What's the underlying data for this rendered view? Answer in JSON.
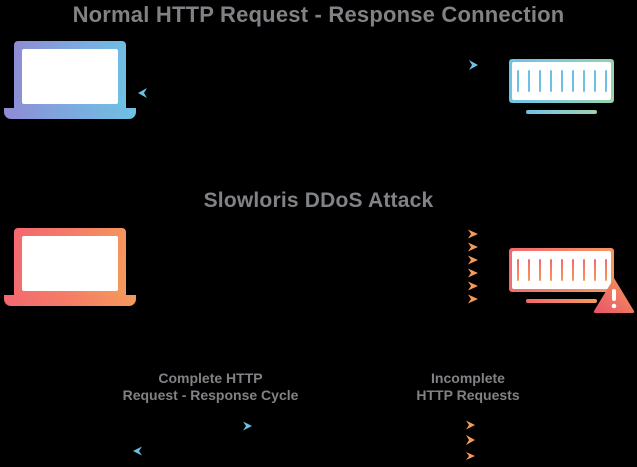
{
  "diagram": {
    "background": "#000000",
    "title_color": "#808285",
    "sections": [
      {
        "id": "normal",
        "title": "Normal HTTP Request - Response Connection",
        "client": {
          "icon": "laptop-icon",
          "gradient_from": "#8f8bd4",
          "gradient_to": "#6ec1e4"
        },
        "server": {
          "icon": "server-icon",
          "gradient_from": "#6ec1e4",
          "gradient_to": "#9ad3a9",
          "tick_count": 9
        },
        "arrows": [
          {
            "label": "http-request",
            "direction": "right",
            "gradient_from": "#7a5ea8",
            "gradient_to": "#6ec1e4"
          },
          {
            "label": "http-response",
            "direction": "left",
            "gradient_from": "#6ec1e4",
            "gradient_to": "#9ad3a9"
          }
        ]
      },
      {
        "id": "attack",
        "title": "Slowloris DDoS Attack",
        "client": {
          "icon": "laptop-icon",
          "gradient_from": "#f4686f",
          "gradient_to": "#f59a5a"
        },
        "server": {
          "icon": "server-icon",
          "gradient_from": "#f4686f",
          "gradient_to": "#f59a5a",
          "tick_count": 9,
          "status": "overloaded"
        },
        "warning": {
          "icon": "warning-triangle-icon",
          "gradient_from": "#f4686f",
          "gradient_to": "#f59a5a"
        },
        "arrow_count": 6,
        "arrows": [
          {
            "label": "incomplete-request-1",
            "direction": "right",
            "gradient_from": "#e8546a",
            "gradient_to": "#f59a5a"
          },
          {
            "label": "incomplete-request-2",
            "direction": "right",
            "gradient_from": "#e8546a",
            "gradient_to": "#f59a5a"
          },
          {
            "label": "incomplete-request-3",
            "direction": "right",
            "gradient_from": "#e8546a",
            "gradient_to": "#f59a5a"
          },
          {
            "label": "incomplete-request-4",
            "direction": "right",
            "gradient_from": "#e8546a",
            "gradient_to": "#f59a5a"
          },
          {
            "label": "incomplete-request-5",
            "direction": "right",
            "gradient_from": "#e8546a",
            "gradient_to": "#f59a5a"
          },
          {
            "label": "incomplete-request-6",
            "direction": "right",
            "gradient_from": "#e8546a",
            "gradient_to": "#f59a5a"
          }
        ]
      }
    ]
  },
  "legend": {
    "items": [
      {
        "id": "complete",
        "line1": "Complete HTTP",
        "line2": "Request - Response Cycle",
        "arrows": [
          {
            "direction": "right",
            "gradient_from": "#6b5fa8",
            "gradient_to": "#6ec1e4"
          },
          {
            "direction": "left",
            "gradient_from": "#6ec1e4",
            "gradient_to": "#9ad3a9"
          }
        ]
      },
      {
        "id": "incomplete",
        "line1": "Incomplete",
        "line2": "HTTP Requests",
        "arrows": [
          {
            "direction": "right",
            "gradient_from": "#e8546a",
            "gradient_to": "#f59a5a"
          },
          {
            "direction": "right",
            "gradient_from": "#e8546a",
            "gradient_to": "#f59a5a"
          },
          {
            "direction": "right",
            "gradient_from": "#e8546a",
            "gradient_to": "#f59a5a"
          }
        ]
      }
    ]
  }
}
